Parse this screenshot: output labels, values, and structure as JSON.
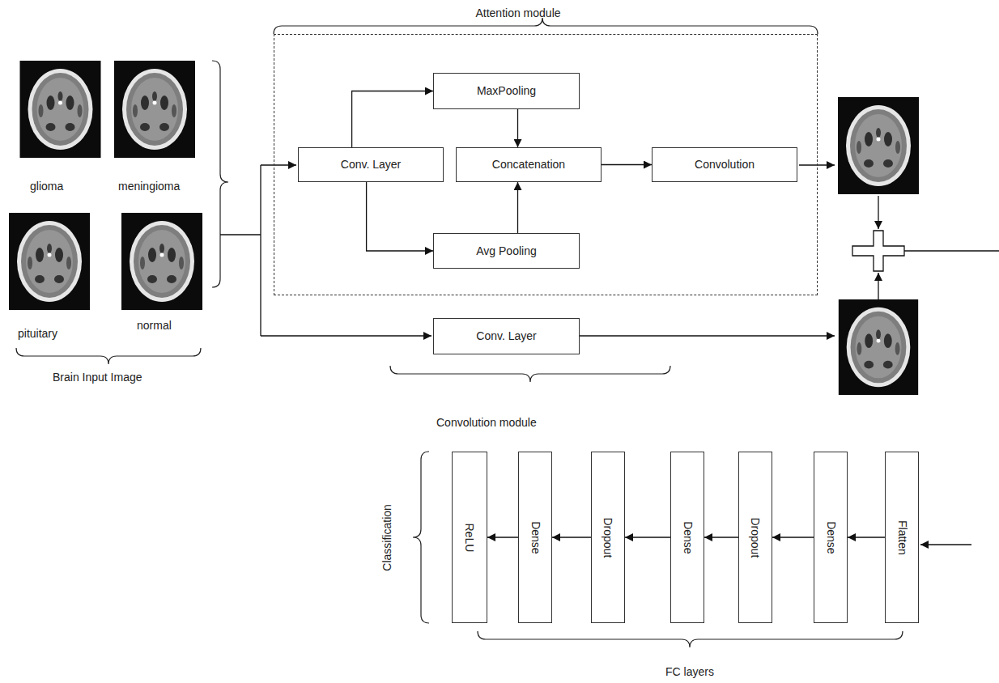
{
  "diagram": {
    "nodes": [
      {
        "text": [
          "Attention module"
        ]
      },
      {
        "text": [
          "Conv. Layer"
        ],
        "in": 0
      },
      {
        "text": [
          "MaxPooling"
        ],
        "in": 0
      },
      {
        "text": [
          "Concatenation"
        ],
        "in": 0
      },
      {
        "text": [
          "Convolution"
        ],
        "in": 0
      },
      {
        "text": [
          "Avg Pooling"
        ],
        "in": 0
      },
      {
        "text": [
          "Conv. Layer"
        ]
      },
      {
        "text": [
          "Flatten"
        ]
      },
      {
        "text": [
          "Dense"
        ]
      },
      {
        "text": [
          "Dropout"
        ]
      },
      {
        "text": [
          "Dense"
        ]
      },
      {
        "text": [
          "Dropout"
        ]
      },
      {
        "text": [
          "Dense"
        ]
      },
      {
        "text": [
          "ReLU"
        ]
      }
    ],
    "edges": [
      {
        "from": 1,
        "to": 2,
        "arrow": "to"
      },
      {
        "from": 1,
        "to": 5,
        "arrow": "to"
      },
      {
        "from": 2,
        "to": 3,
        "arrow": "to"
      },
      {
        "from": 5,
        "to": 3,
        "arrow": "to"
      },
      {
        "from": 3,
        "to": 4,
        "arrow": "to"
      },
      {
        "from": 7,
        "to": 8,
        "arrow": "to"
      },
      {
        "from": 8,
        "to": 9,
        "arrow": "to"
      },
      {
        "from": 9,
        "to": 10,
        "arrow": "to"
      },
      {
        "from": 10,
        "to": 11,
        "arrow": "to"
      },
      {
        "from": 11,
        "to": 12,
        "arrow": "to"
      },
      {
        "from": 12,
        "to": 13,
        "arrow": "to"
      }
    ],
    "labels": [
      "glioma",
      "meningioma",
      "pituitary",
      "normal",
      "Brain Input Image",
      "Convolution module",
      "Classification",
      "FC layers"
    ]
  }
}
